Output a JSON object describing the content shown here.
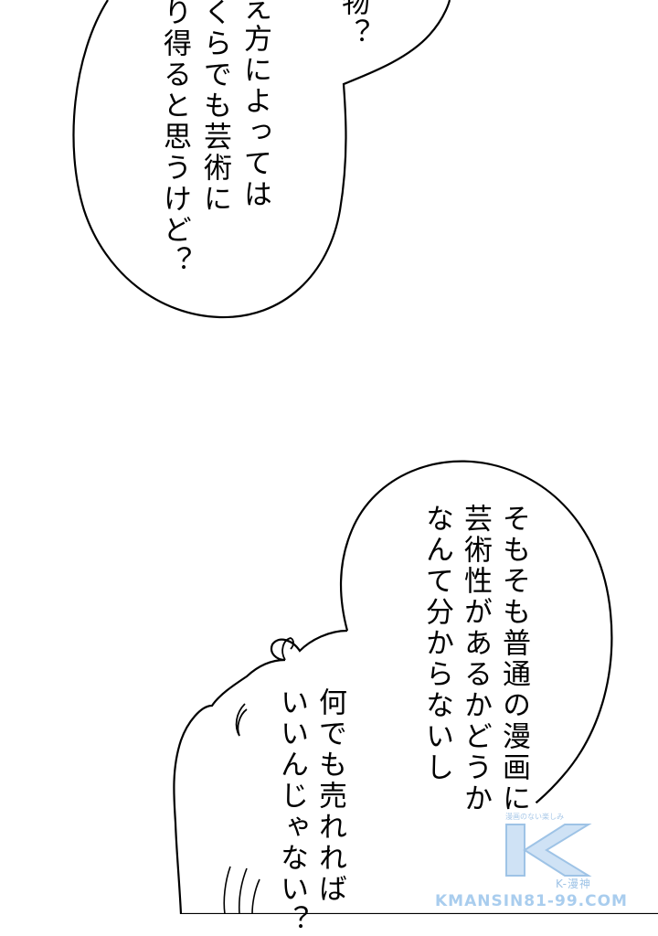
{
  "panels": {
    "top_bubble": {
      "columns": [
        "物？",
        "え方によっては",
        "くらでも芸術に",
        "り得ると思うけど？"
      ]
    },
    "bottom_bubble": {
      "columns": [
        "そもそも普通の漫画に",
        "芸術性があるかどうか",
        "なんて分からないし"
      ]
    },
    "thought_bubble": {
      "columns": [
        "何でも売れれば",
        "いいんじゃない？"
      ]
    }
  },
  "watermark": {
    "tagline": "漫画のない楽しみ",
    "logo_letters": "K",
    "site_name": "K-漫神",
    "url": "KMANSIN81-99.COM"
  },
  "colors": {
    "ink": "#000000",
    "paper": "#ffffff",
    "watermark": "#a9cdee"
  }
}
